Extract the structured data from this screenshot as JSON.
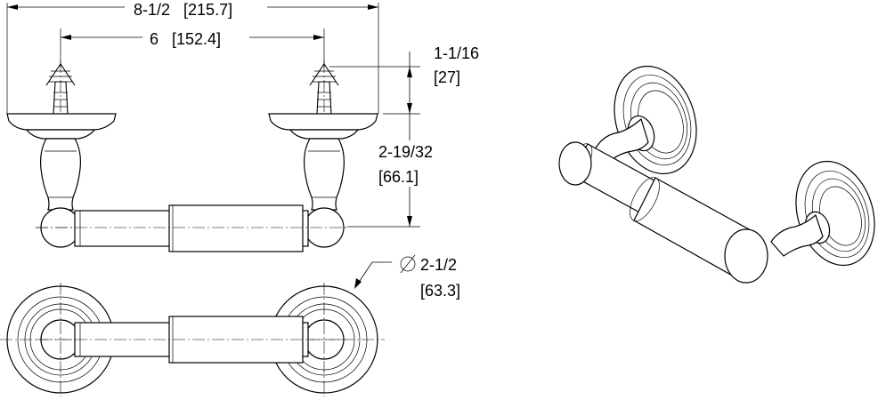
{
  "dimensions": {
    "overall_width": "8-1/2   [215.7]",
    "center_to_center": "6   [152.4]",
    "wall_offset_imperial": "1-1/16",
    "wall_offset_metric": "[27]",
    "projection_imperial": "2-19/32",
    "projection_metric": "[66.1]",
    "flange_diameter_imperial": "2-1/2",
    "flange_diameter_metric": "[63.3]"
  },
  "colors": {
    "line": "#000000",
    "background": "#ffffff"
  }
}
